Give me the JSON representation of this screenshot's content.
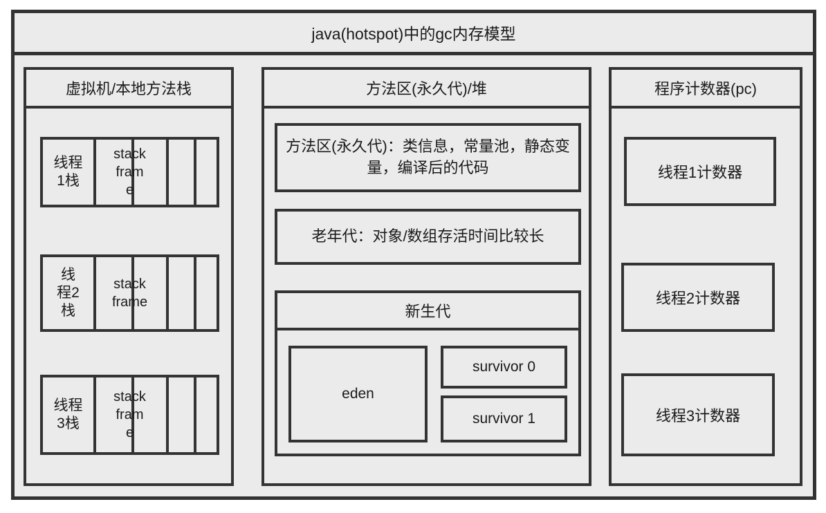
{
  "title": "java(hotspot)中的gc内存模型",
  "colors": {
    "page_background": "#ffffff",
    "panel_background": "#ebebeb",
    "border": "#333333",
    "text": "#1a1a1a"
  },
  "stacks_column": {
    "header": "虚拟机/本地方法栈",
    "threads": [
      {
        "label": "线程\n1栈",
        "frame_label": "stack\nfram\ne"
      },
      {
        "label": "线\n程2\n栈",
        "frame_label": "stack\nframe"
      },
      {
        "label": "线程\n3栈",
        "frame_label": "stack\nfram\ne"
      }
    ]
  },
  "heap_column": {
    "header": "方法区(永久代)/堆",
    "method_area": "方法区(永久代)：类信息，常量池，静态变量，编译后的代码",
    "old_gen": "老年代：对象/数组存活时间比较长",
    "young_gen": {
      "header": "新生代",
      "eden": "eden",
      "survivor0": "survivor 0",
      "survivor1": "survivor 1"
    }
  },
  "pc_column": {
    "header": "程序计数器(pc)",
    "counters": [
      "线程1计数器",
      "线程2计数器",
      "线程3计数器"
    ]
  }
}
